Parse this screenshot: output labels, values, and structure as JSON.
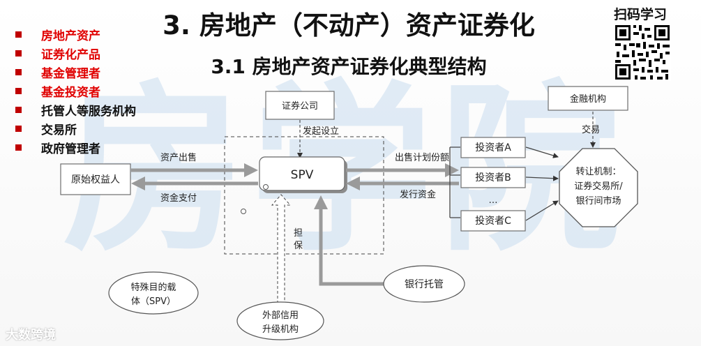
{
  "title": "3. 房地产（不动产）资产证券化",
  "subtitle": "3.1 房地产资产证券化典型结构",
  "watermark": "房学院",
  "participants": [
    {
      "label": "房地产资产",
      "color": "#e00000"
    },
    {
      "label": "证券化产品",
      "color": "#e00000"
    },
    {
      "label": "基金管理者",
      "color": "#e00000"
    },
    {
      "label": "基金投资者",
      "color": "#e00000"
    },
    {
      "label": "托管人等服务机构",
      "color": "#111111"
    },
    {
      "label": "交易所",
      "color": "#111111"
    },
    {
      "label": "政府管理者",
      "color": "#111111"
    }
  ],
  "qr_label": "扫码学习",
  "logo_text": "大数跨境",
  "diagram": {
    "securities_company": "证券公司",
    "financial_institution": "金融机构",
    "spv": "SPV",
    "originator": "原始权益人",
    "investor_a": "投资者A",
    "investor_b": "投资者B",
    "investor_c": "投资者C",
    "ellipsis": "…",
    "transfer_line1": "转让机制：",
    "transfer_line2": "证券交易所/",
    "transfer_line3": "银行间市场",
    "initiate": "发起设立",
    "asset_sale": "资产出售",
    "fund_payment": "资金支付",
    "sell_shares": "出售计划份额",
    "issue_funds": "发行资金",
    "trade": "交易",
    "guarantee_1": "担",
    "guarantee_2": "保",
    "spv_note_line1": "特殊目的载",
    "spv_note_line2": "体（SPV）",
    "credit_line1": "外部信用",
    "credit_line2": "升级机构",
    "bank_custody": "银行托管"
  },
  "colors": {
    "arrow_gray": "#9a9a9a",
    "bullet_red": "#c00000",
    "watermark_blue": "#c9ddf0"
  }
}
